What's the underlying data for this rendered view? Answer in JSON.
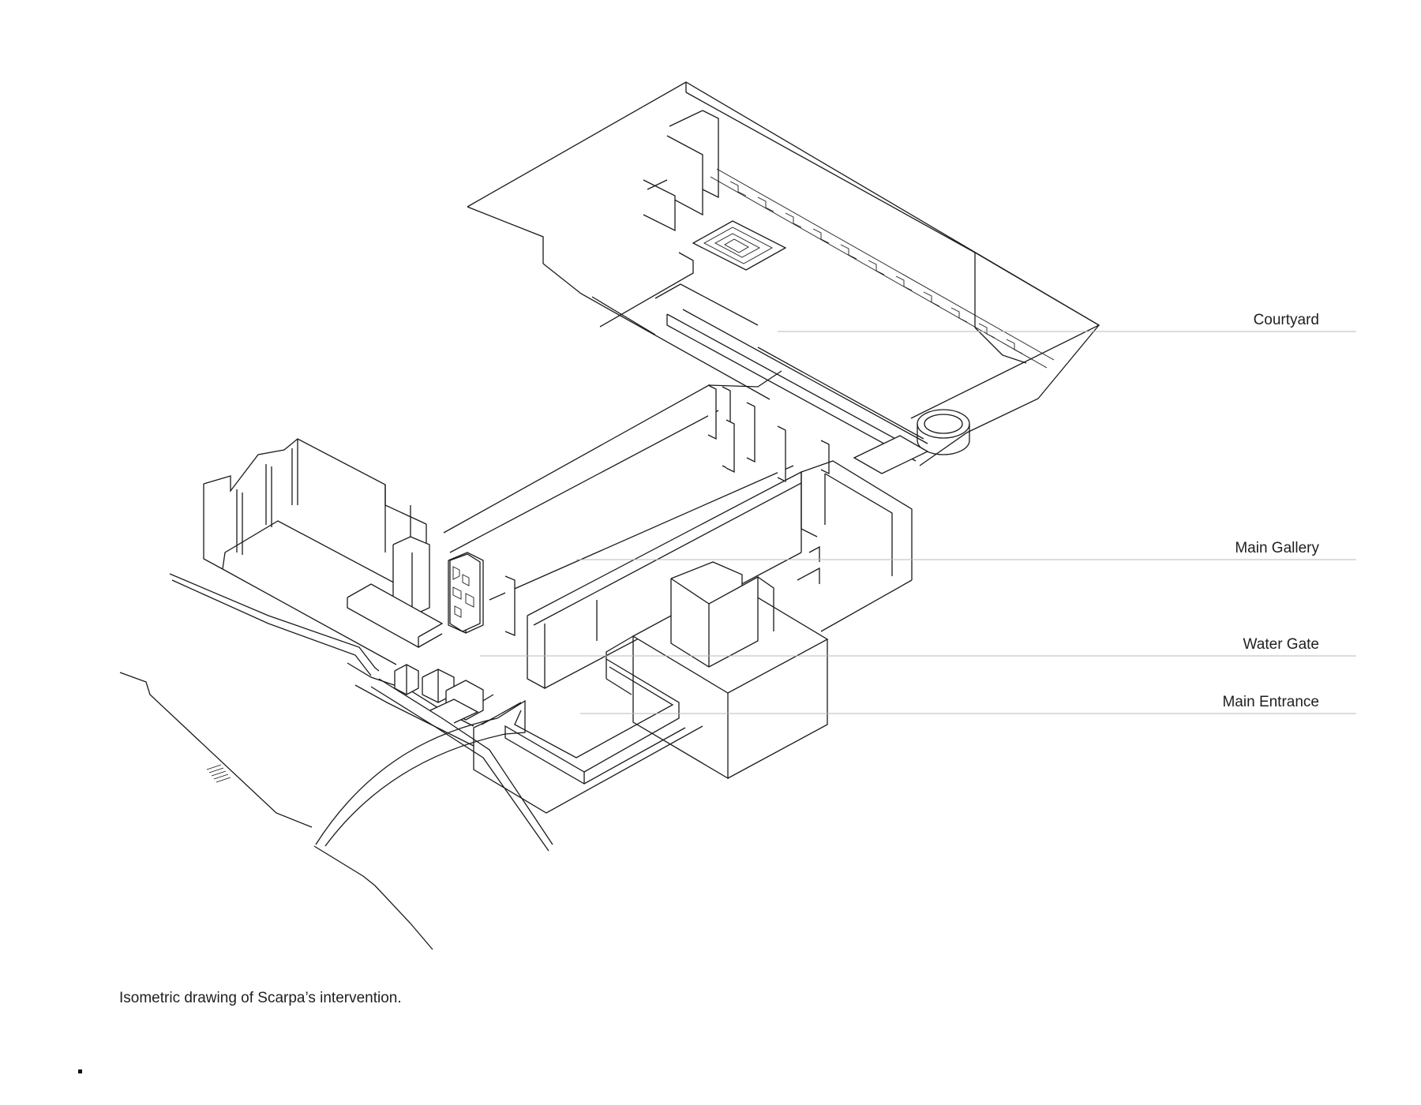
{
  "labels": [
    {
      "id": "courtyard",
      "text": "Courtyard"
    },
    {
      "id": "main-gallery",
      "text": "Main Gallery"
    },
    {
      "id": "water-gate",
      "text": "Water Gate"
    },
    {
      "id": "main-entrance",
      "text": "Main Entrance"
    }
  ],
  "caption": "Isometric drawing of Scarpa’s intervention."
}
